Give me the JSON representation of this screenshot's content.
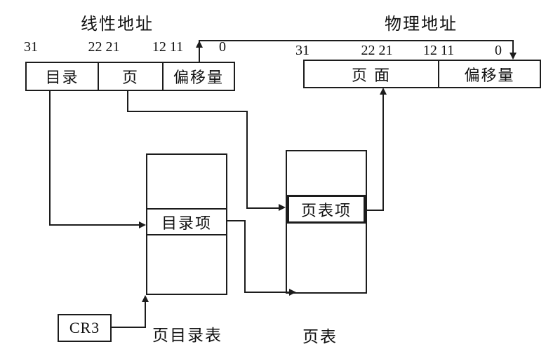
{
  "diagram": {
    "colors": {
      "line": "#1c1c1c",
      "background": "#ffffff"
    },
    "linear_address": {
      "title": "线性地址",
      "bits": [
        "31",
        "22 21",
        "12 11",
        "0"
      ],
      "fields": [
        "目录",
        "页",
        "偏移量"
      ]
    },
    "physical_address": {
      "title": "物理地址",
      "bits": [
        "31",
        "22 21",
        "12 11",
        "0"
      ],
      "fields": [
        "页 面",
        "偏移量"
      ]
    },
    "page_directory_table": {
      "entry": "目录项",
      "caption": "页目录表"
    },
    "page_table": {
      "entry": "页表项",
      "caption": "页表"
    },
    "cr3_register": {
      "label": "CR3"
    }
  }
}
